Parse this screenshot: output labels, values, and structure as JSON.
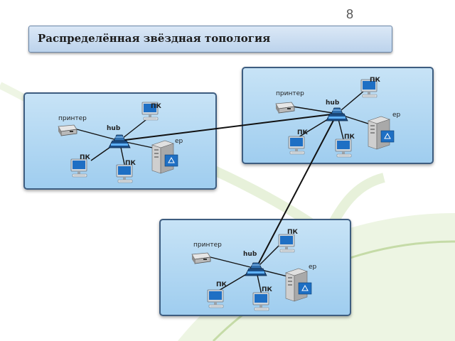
{
  "slide": {
    "number": "8",
    "title": "Распределённая звёздная топология"
  },
  "groups": [
    {
      "printer_label": "принтер",
      "hub_label": "hub",
      "pc_labels": [
        "ПК",
        "ПК",
        "ПК"
      ],
      "server_label": "ер"
    },
    {
      "printer_label": "принтер",
      "hub_label": "hub",
      "pc_labels": [
        "ПК",
        "ПК",
        "ПК"
      ],
      "server_label": "ер"
    },
    {
      "printer_label": "принтер",
      "hub_label": "hub",
      "pc_labels": [
        "ПК",
        "ПК",
        "ПК"
      ],
      "server_label": "ер"
    }
  ],
  "colors": {
    "box_border": "#3d5d80",
    "box_fill": "#b3d8f2",
    "title_fill": "#c9dcf0",
    "link": "#111111"
  },
  "icons": [
    "printer-icon",
    "hub-icon",
    "pc-icon",
    "server-icon"
  ]
}
